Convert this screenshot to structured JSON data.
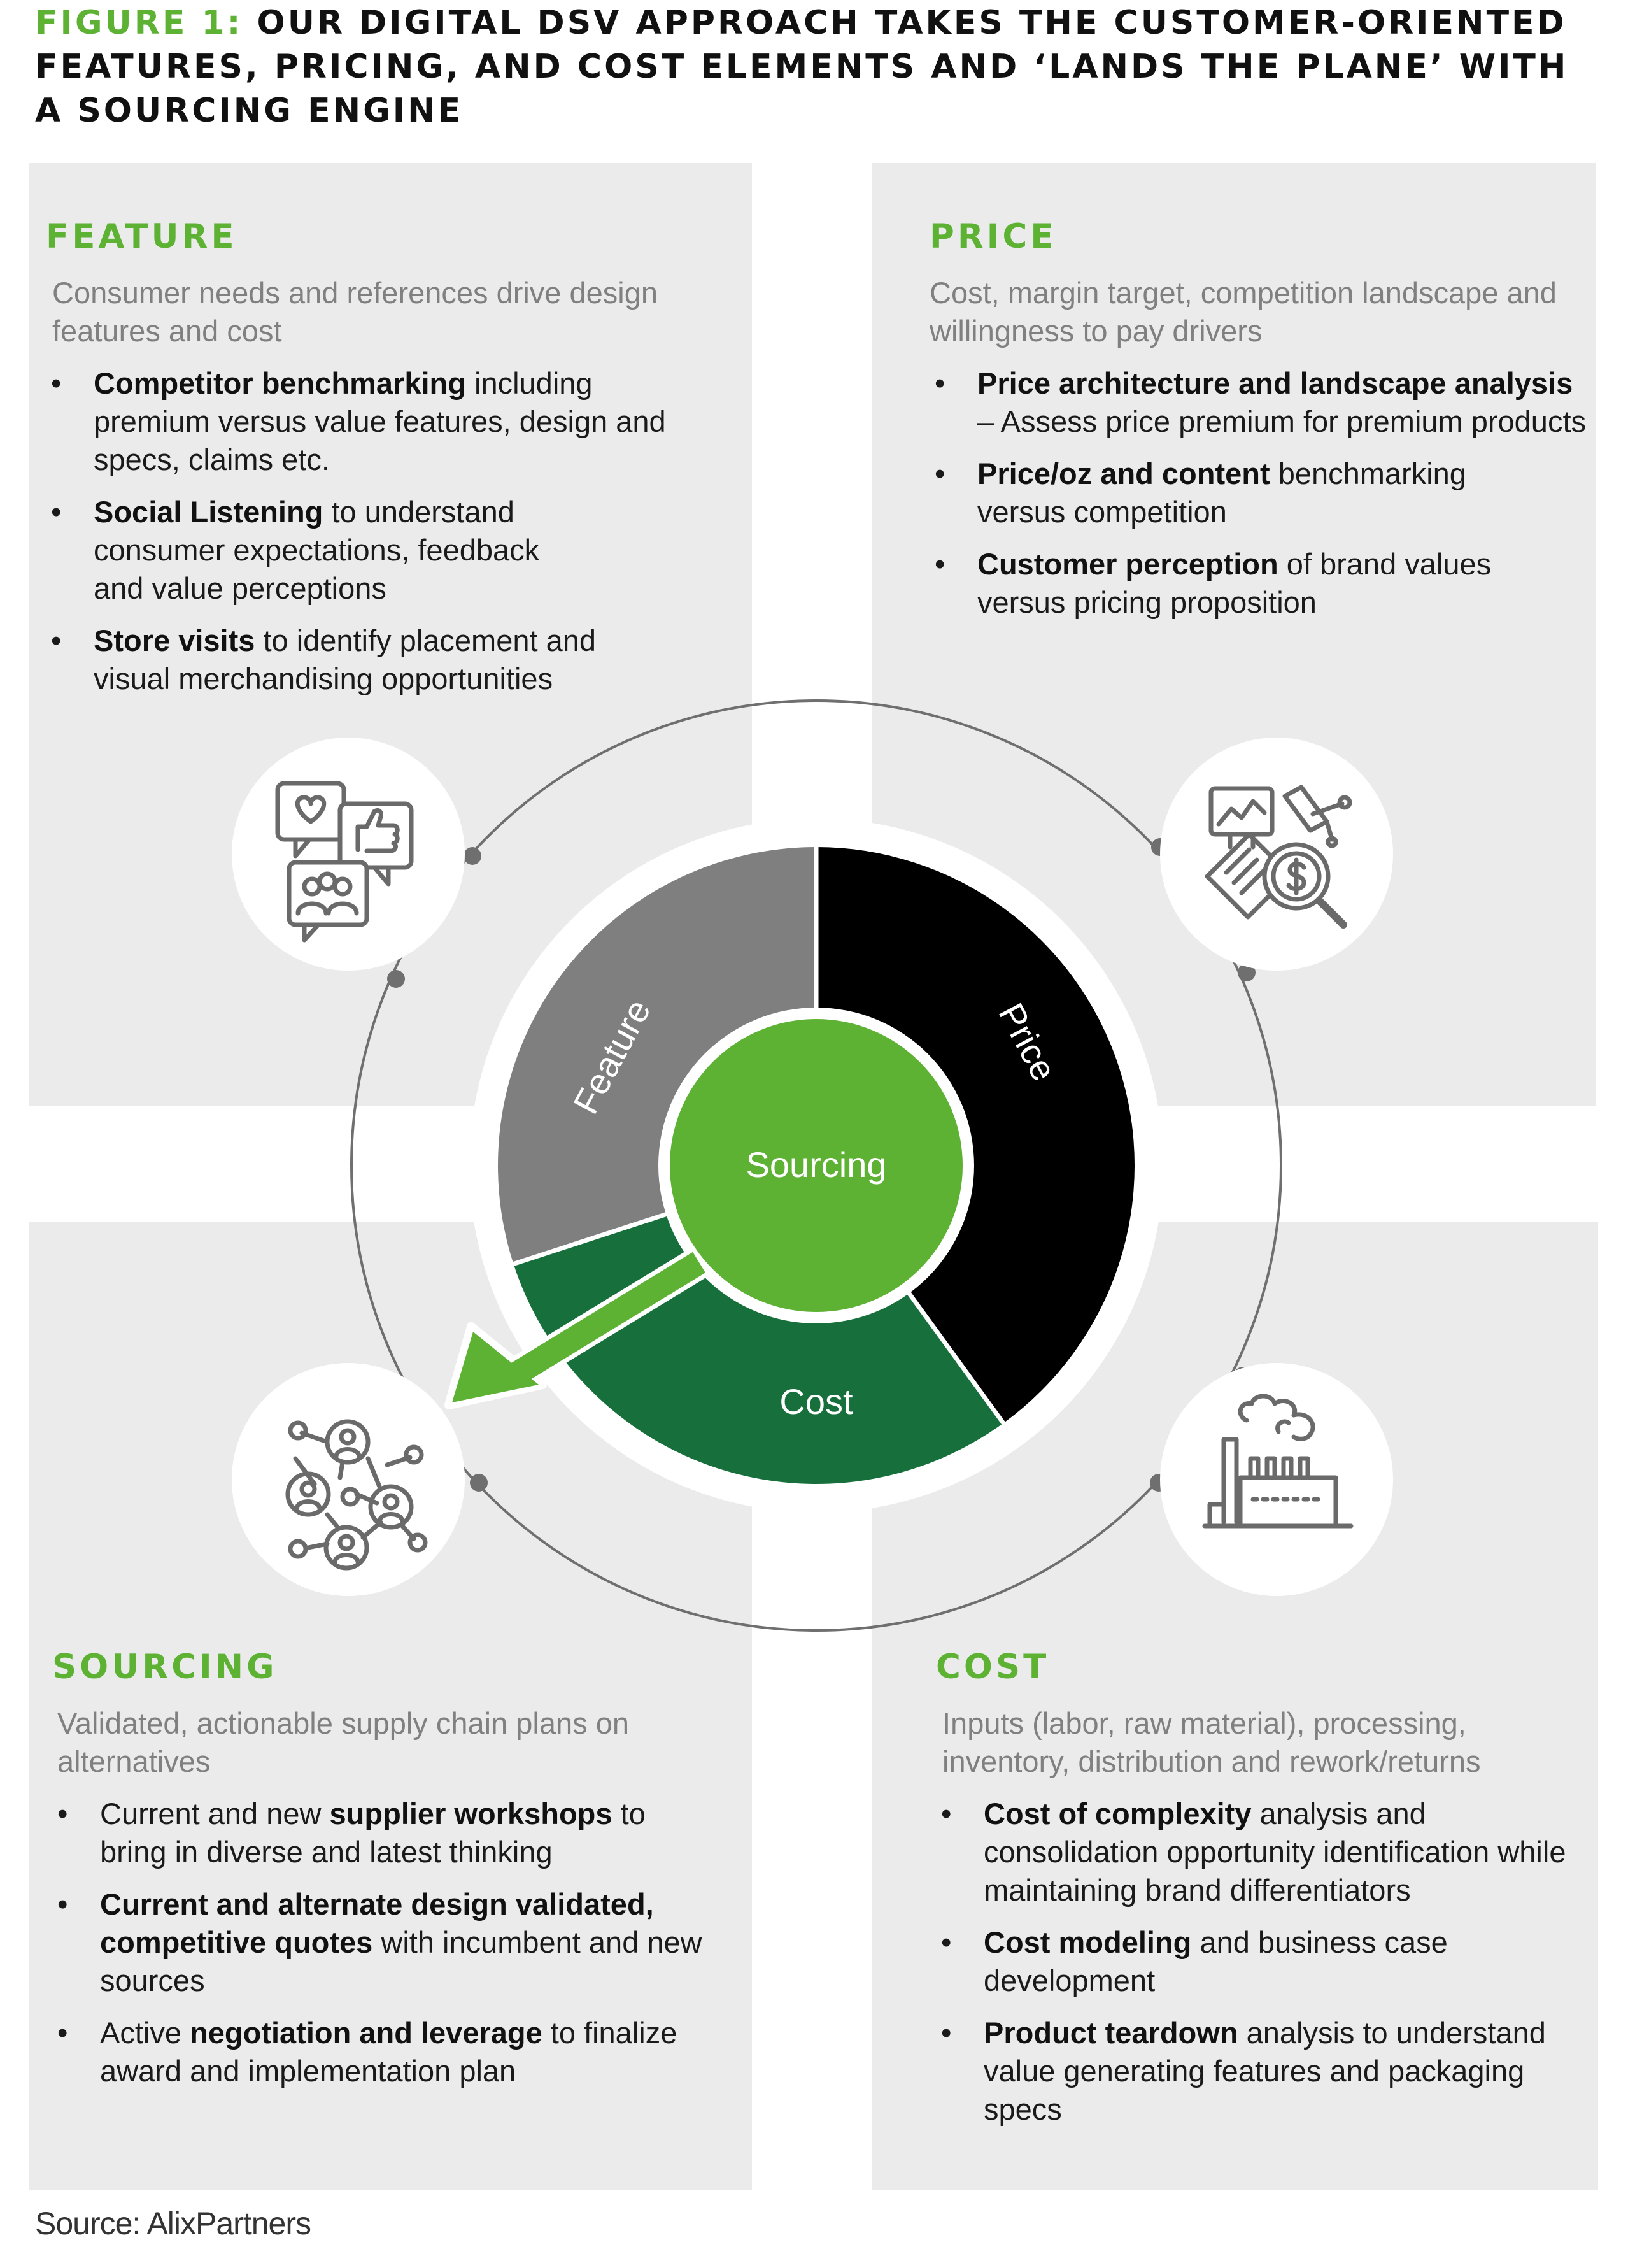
{
  "figure": {
    "title_prefix": "FIGURE 1:",
    "title_rest": " OUR DIGITAL DSV APPROACH TAKES THE CUSTOMER-ORIENTED FEATURES, PRICING, AND COST ELEMENTS AND ‘LANDS THE PLANE’ WITH A SOURCING ENGINE"
  },
  "feature": {
    "heading": "FEATURE",
    "subtitle": "Consumer needs and references drive design features and cost",
    "bullets": [
      {
        "bold": "Competitor benchmarking",
        "text": " including premium versus value features, design and specs, claims etc."
      },
      {
        "bold": "Social Listening",
        "text": " to understand consumer expectations, feedback and value perceptions"
      },
      {
        "bold": "Store visits",
        "text": " to identify placement and visual merchandising opportunities"
      }
    ]
  },
  "price": {
    "heading": "PRICE",
    "subtitle": "Cost, margin target, competition landscape and willingness to pay drivers",
    "bullets": [
      {
        "bold": "Price architecture and landscape analysis",
        "text": " – Assess price premium for premium products"
      },
      {
        "bold": "Price/oz and content",
        "text": " benchmarking versus competition"
      },
      {
        "bold": "Customer perception",
        "text": " of brand values versus pricing proposition"
      }
    ]
  },
  "sourcing": {
    "heading": "SOURCING",
    "subtitle": "Validated, actionable supply chain  plans on alternatives",
    "bullets": [
      {
        "pre": "Current and new ",
        "bold": "supplier workshops",
        "text": " to bring in diverse and latest thinking"
      },
      {
        "pre": "",
        "bold": "Current and alternate design validated, competitive quotes",
        "text": " with incumbent and new sources"
      },
      {
        "pre": "Active ",
        "bold": "negotiation and leverage",
        "text": " to finalize award and implementation plan"
      }
    ]
  },
  "cost": {
    "heading": "COST",
    "subtitle": "Inputs (labor, raw material), processing, inventory, distribution and rework/returns",
    "bullets": [
      {
        "bold": "Cost of complexity",
        "text": " analysis and consolidation opportunity identification while maintaining brand differentiators"
      },
      {
        "bold": "Cost modeling",
        "text": " and business case development"
      },
      {
        "bold": "Product teardown",
        "text": " analysis to understand value generating features and packaging specs"
      }
    ]
  },
  "donut": {
    "segments": [
      {
        "label": "Price",
        "share": 0.4,
        "color": "#000000"
      },
      {
        "label": "Cost",
        "share": 0.3,
        "color": "#17703c"
      },
      {
        "label": "Feature",
        "share": 0.3,
        "color": "#7f7f7f"
      }
    ],
    "center_label": "Sourcing",
    "center_color": "#5db234"
  },
  "icons": {
    "feature": "social-feedback-icon",
    "price": "price-analysis-icon",
    "sourcing": "supplier-network-icon",
    "cost": "factory-icon"
  },
  "colors": {
    "accent_green": "#5db234",
    "panel_gray": "#ebebec",
    "ring_gray": "#6f6f6f"
  },
  "source": "Source: AlixPartners"
}
